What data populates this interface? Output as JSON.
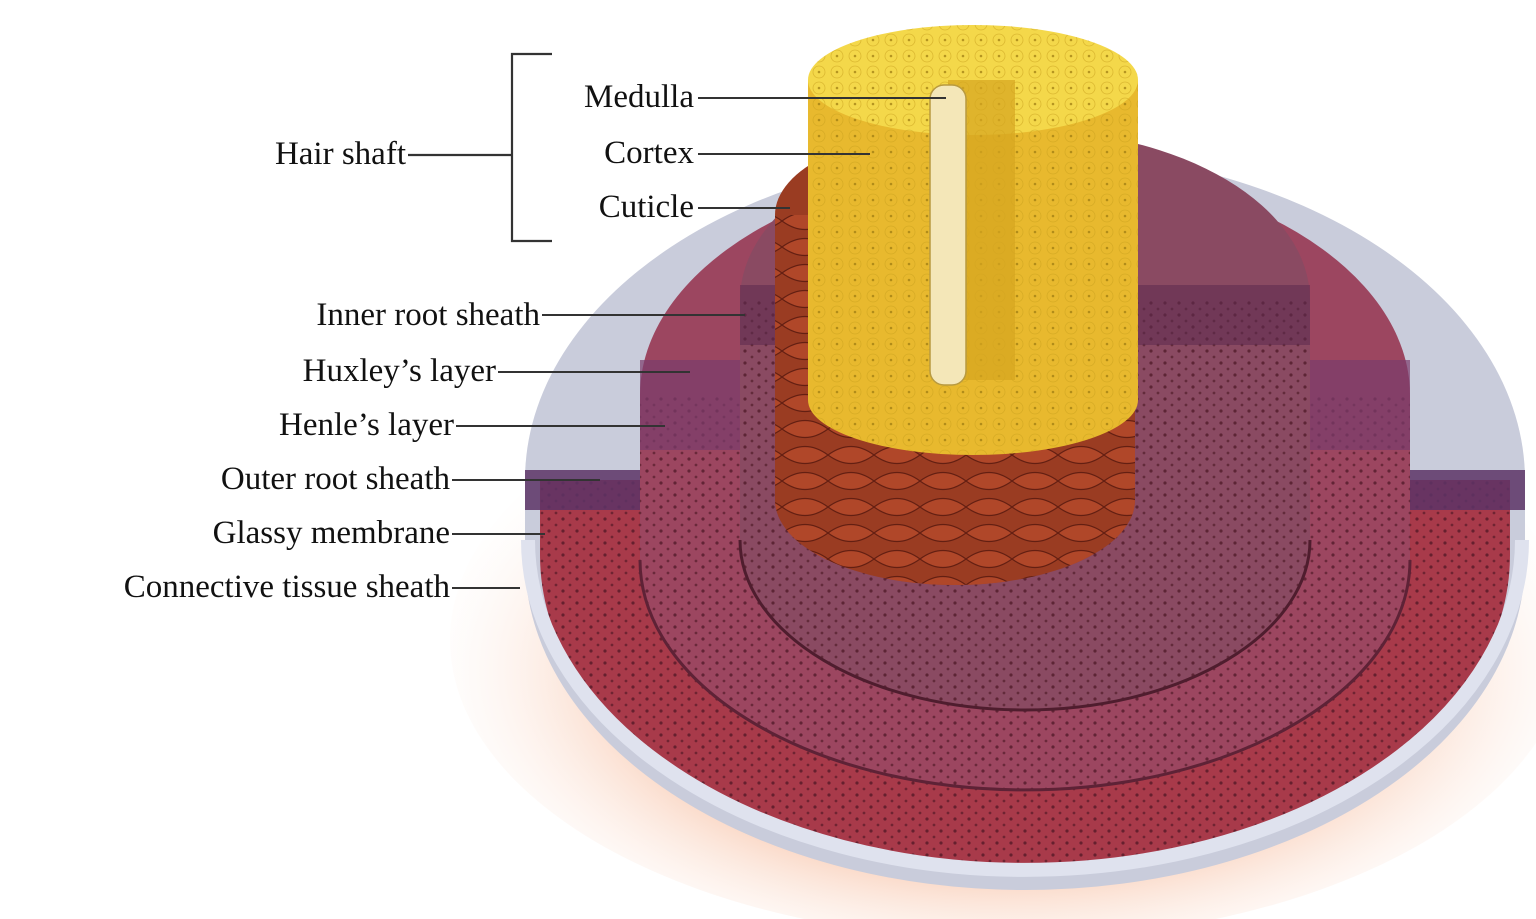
{
  "labels": {
    "hair_shaft": "Hair shaft",
    "medulla": "Medulla",
    "cortex": "Cortex",
    "cuticle": "Cuticle",
    "inner_root_sheath": "Inner root sheath",
    "huxleys_layer": "Huxley’s layer",
    "henles_layer": "Henle’s layer",
    "outer_root_sheath": "Outer root sheath",
    "glassy_membrane": "Glassy membrane",
    "connective_tissue_sheath": "Connective tissue sheath"
  },
  "colors": {
    "cortex": "#f2cf3a",
    "medulla": "#f4e7b8",
    "cuticle": "#9a3c22",
    "inner_root_sheath": "#8a4a62",
    "outer_root_sheath": "#9c4660",
    "glassy_membrane": "#c9ccdb",
    "connective_tissue": "#a83a4a",
    "tissue_glow": "#f3a07a",
    "leader_line": "#333333"
  }
}
